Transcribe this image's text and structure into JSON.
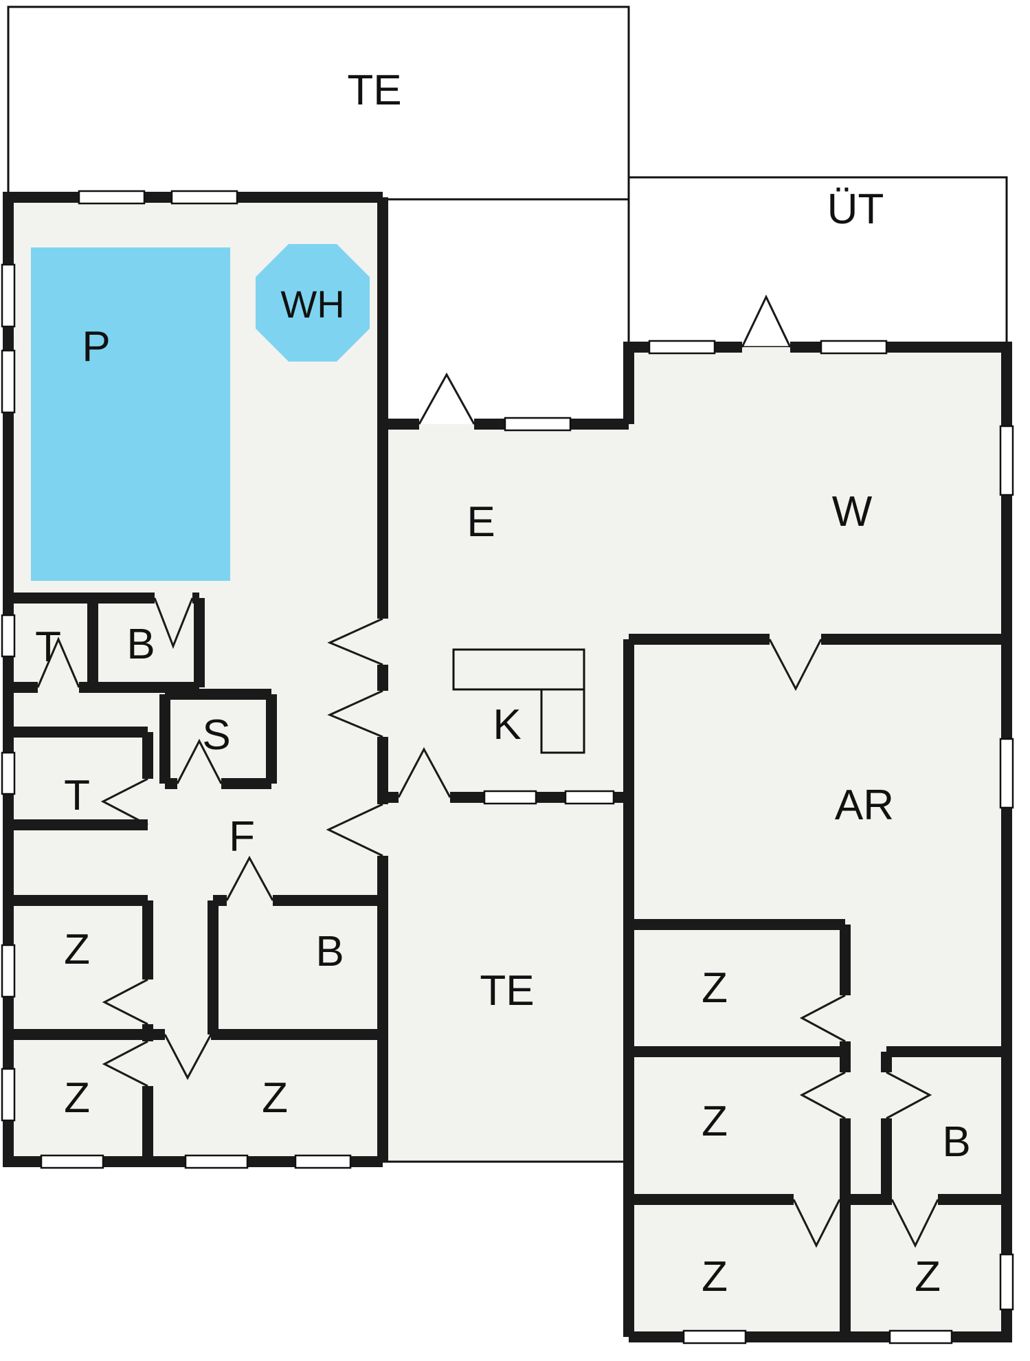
{
  "plan": {
    "kind": "holiday-house-floor-plan"
  },
  "colors": {
    "wall": "#1a1a1a",
    "line": "#1a1a1a",
    "room_fill": "#f2f2ee",
    "water": "#7ed4f0",
    "background": "#ffffff"
  },
  "rooms": {
    "terrace_top": {
      "label": "TE"
    },
    "covered_terrace": {
      "label": "ÜT"
    },
    "whirlpool": {
      "label": "WH"
    },
    "pool": {
      "label": "P"
    },
    "entry": {
      "label": "E"
    },
    "living_room": {
      "label": "W"
    },
    "kitchen": {
      "label": "K"
    },
    "activity_room": {
      "label": "AR"
    },
    "toilet_1": {
      "label": "T"
    },
    "bath_1": {
      "label": "B"
    },
    "sauna": {
      "label": "S"
    },
    "toilet_2": {
      "label": "T"
    },
    "hallway": {
      "label": "F"
    },
    "bedroom_1": {
      "label": "Z"
    },
    "bath_2": {
      "label": "B"
    },
    "bedroom_2": {
      "label": "Z"
    },
    "bedroom_3": {
      "label": "Z"
    },
    "terrace_bottom": {
      "label": "TE"
    },
    "bedroom_4": {
      "label": "Z"
    },
    "bedroom_5": {
      "label": "Z"
    },
    "bath_3": {
      "label": "B"
    },
    "bedroom_6": {
      "label": "Z"
    },
    "bedroom_7": {
      "label": "Z"
    }
  }
}
